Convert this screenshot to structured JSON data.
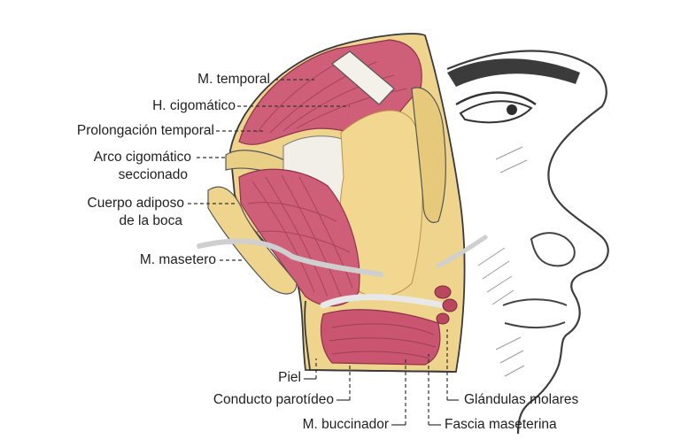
{
  "labels": {
    "temporal": "M. temporal",
    "cigomatico": "H. cigomático",
    "prolongacion": "Prolongación temporal",
    "arco_1": "Arco cigomático",
    "arco_2": "seccionado",
    "cuerpo_1": "Cuerpo adiposo",
    "cuerpo_2": "de la boca",
    "masetero": "M. masetero",
    "piel": "Piel",
    "conducto": "Conducto parotídeo",
    "buccinador": "M. buccinador",
    "glandulas": "Glándulas molares",
    "fascia": "Fascia maseterina"
  },
  "colors": {
    "muscle": "#cf5f78",
    "muscle_dark": "#a8435b",
    "fat": "#efd48e",
    "fat_dark": "#c9a75a",
    "skin_line": "#3a3a3a",
    "leader": "#333333"
  }
}
